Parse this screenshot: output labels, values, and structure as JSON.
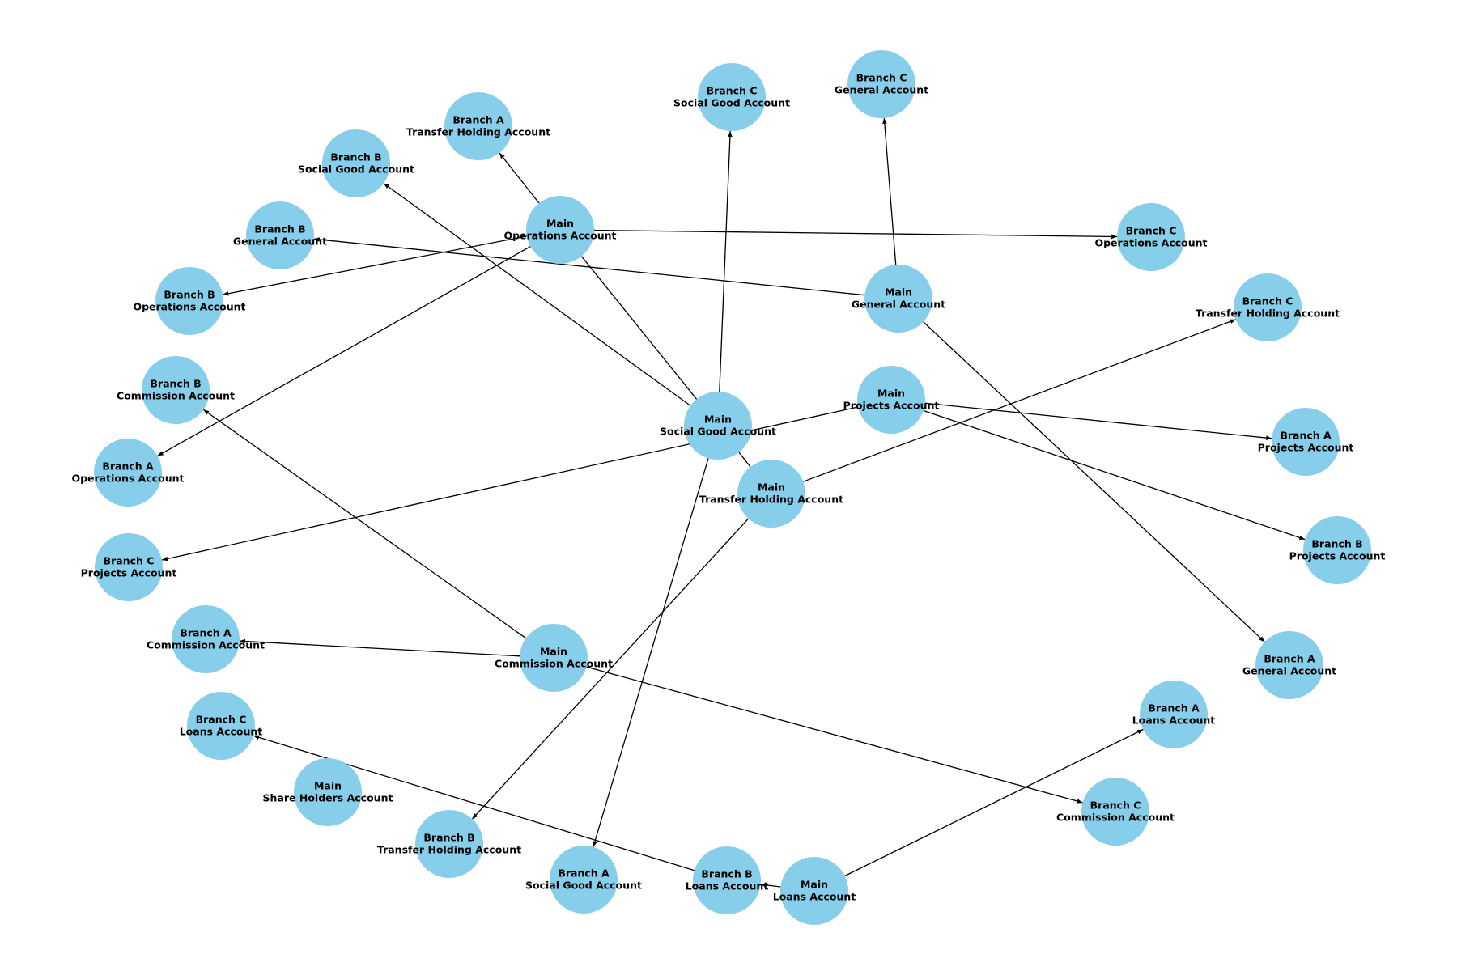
{
  "colors": {
    "node_fill": "#87ceeb",
    "edge": "#000000",
    "label": "#000000",
    "background": "#ffffff"
  },
  "nodes": [
    {
      "id": "main-ops",
      "lines": [
        "Main",
        "Operations Account"
      ]
    },
    {
      "id": "main-general",
      "lines": [
        "Main",
        "General Account"
      ]
    },
    {
      "id": "main-social",
      "lines": [
        "Main",
        "Social Good Account"
      ]
    },
    {
      "id": "main-projects",
      "lines": [
        "Main",
        "Projects Account"
      ]
    },
    {
      "id": "main-transfer",
      "lines": [
        "Main",
        "Transfer Holding Account"
      ]
    },
    {
      "id": "main-commission",
      "lines": [
        "Main",
        "Commission Account"
      ]
    },
    {
      "id": "main-loans",
      "lines": [
        "Main",
        "Loans Account"
      ]
    },
    {
      "id": "main-shareholders",
      "lines": [
        "Main",
        "Share Holders Account"
      ]
    },
    {
      "id": "a-transfer",
      "lines": [
        "Branch A",
        "Transfer Holding Account"
      ]
    },
    {
      "id": "a-ops",
      "lines": [
        "Branch A",
        "Operations Account"
      ]
    },
    {
      "id": "a-projects",
      "lines": [
        "Branch A",
        "Projects Account"
      ]
    },
    {
      "id": "a-general",
      "lines": [
        "Branch A",
        "General Account"
      ]
    },
    {
      "id": "a-commission",
      "lines": [
        "Branch A",
        "Commission Account"
      ]
    },
    {
      "id": "a-loans",
      "lines": [
        "Branch A",
        "Loans Account"
      ]
    },
    {
      "id": "a-social",
      "lines": [
        "Branch A",
        "Social Good Account"
      ]
    },
    {
      "id": "b-social",
      "lines": [
        "Branch B",
        "Social Good Account"
      ]
    },
    {
      "id": "b-general",
      "lines": [
        "Branch B",
        "General Account"
      ]
    },
    {
      "id": "b-ops",
      "lines": [
        "Branch B",
        "Operations Account"
      ]
    },
    {
      "id": "b-commission",
      "lines": [
        "Branch B",
        "Commission Account"
      ]
    },
    {
      "id": "b-projects",
      "lines": [
        "Branch B",
        "Projects Account"
      ]
    },
    {
      "id": "b-transfer",
      "lines": [
        "Branch B",
        "Transfer Holding Account"
      ]
    },
    {
      "id": "b-loans",
      "lines": [
        "Branch B",
        "Loans Account"
      ]
    },
    {
      "id": "c-social",
      "lines": [
        "Branch C",
        "Social Good Account"
      ]
    },
    {
      "id": "c-general",
      "lines": [
        "Branch C",
        "General Account"
      ]
    },
    {
      "id": "c-ops",
      "lines": [
        "Branch C",
        "Operations Account"
      ]
    },
    {
      "id": "c-transfer",
      "lines": [
        "Branch C",
        "Transfer Holding Account"
      ]
    },
    {
      "id": "c-projects",
      "lines": [
        "Branch C",
        "Projects Account"
      ]
    },
    {
      "id": "c-loans",
      "lines": [
        "Branch C",
        "Loans Account"
      ]
    },
    {
      "id": "c-commission",
      "lines": [
        "Branch C",
        "Commission Account"
      ]
    }
  ],
  "edges": [
    {
      "from": "main-ops",
      "to": "a-transfer"
    },
    {
      "from": "main-ops",
      "to": "c-ops"
    },
    {
      "from": "main-ops",
      "to": "b-ops"
    },
    {
      "from": "main-ops",
      "to": "a-ops"
    },
    {
      "from": "main-general",
      "to": "c-general"
    },
    {
      "from": "main-general",
      "to": "b-general"
    },
    {
      "from": "main-general",
      "to": "a-general"
    },
    {
      "from": "main-social",
      "to": "b-social"
    },
    {
      "from": "main-social",
      "to": "c-social"
    },
    {
      "from": "main-social",
      "to": "a-social"
    },
    {
      "from": "main-social",
      "to": "main-ops",
      "arrow": false
    },
    {
      "from": "main-social",
      "to": "main-transfer",
      "arrow": false
    },
    {
      "from": "main-projects",
      "to": "a-projects"
    },
    {
      "from": "main-projects",
      "to": "b-projects"
    },
    {
      "from": "main-projects",
      "to": "c-projects"
    },
    {
      "from": "main-transfer",
      "to": "c-transfer"
    },
    {
      "from": "main-transfer",
      "to": "b-transfer"
    },
    {
      "from": "main-commission",
      "to": "b-commission"
    },
    {
      "from": "main-commission",
      "to": "a-commission"
    },
    {
      "from": "main-commission",
      "to": "c-commission"
    },
    {
      "from": "main-loans",
      "to": "a-loans"
    },
    {
      "from": "main-loans",
      "to": "b-loans"
    },
    {
      "from": "b-loans",
      "to": "c-loans"
    }
  ]
}
